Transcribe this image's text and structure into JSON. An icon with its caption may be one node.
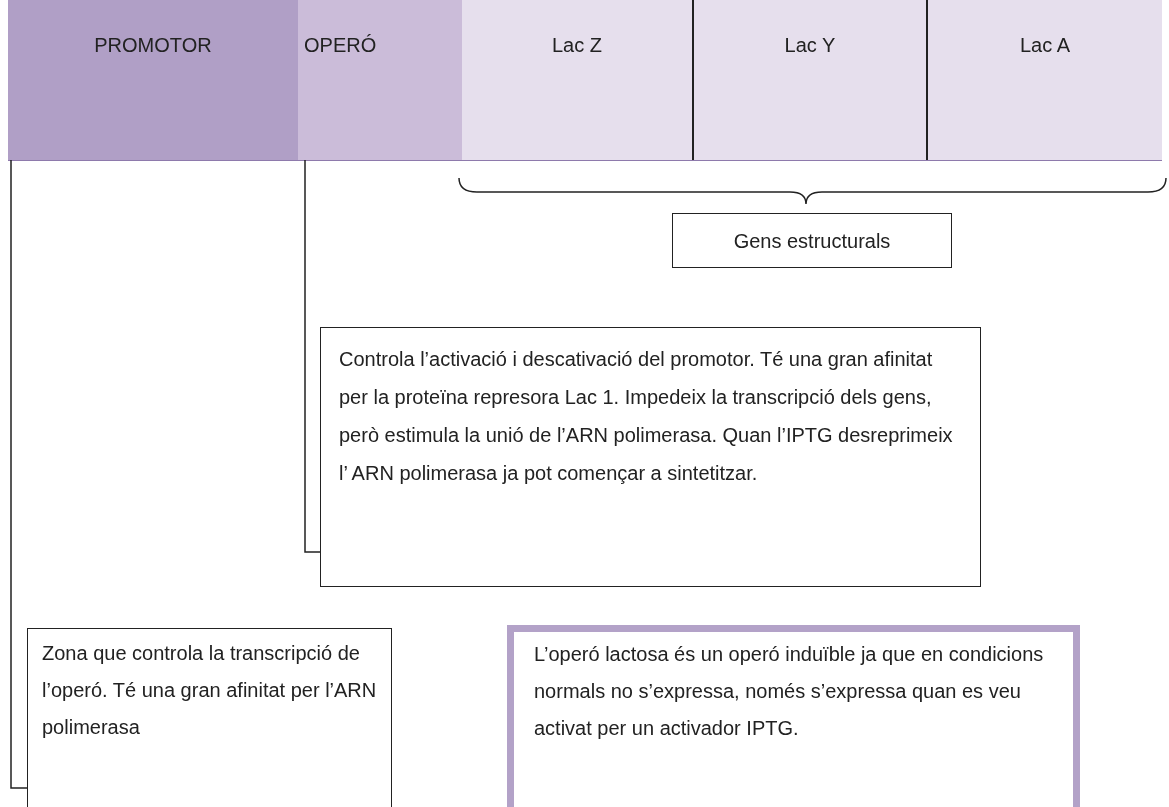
{
  "diagram": {
    "nodes": [
      {
        "text": [
          "PROMOTOR"
        ]
      },
      {
        "text": [
          "OPERÓ"
        ]
      },
      {
        "text": [
          "Lac Z"
        ]
      },
      {
        "text": [
          "Lac Y"
        ]
      },
      {
        "text": [
          "Lac A"
        ]
      },
      {
        "text": [
          "Gens estructurals"
        ]
      },
      {
        "text": [
          "Controla l’activació i descativació del promotor. Té una gran afinitat per la proteïna represora Lac 1. Impedeix la transcripció dels gens, però estimula la unió de l’ARN polimerasa. Quan l’IPTG desreprimeix l’ ARN polimerasa ja pot començar a sintetitzar."
        ]
      },
      {
        "text": [
          "Zona que controla la transcripció de l’operó. Té una gran afinitat per l’ARN polimerasa"
        ]
      },
      {
        "text": [
          "L’operó lactosa és un operó induïble ja que en condicions normals no s’expressa, només s’expressa quan es veu activat per un activador IPTG."
        ]
      }
    ],
    "edges": [
      {
        "from": 0,
        "to": 7,
        "arrow": "none"
      },
      {
        "from": 1,
        "to": 6,
        "arrow": "none"
      }
    ]
  }
}
